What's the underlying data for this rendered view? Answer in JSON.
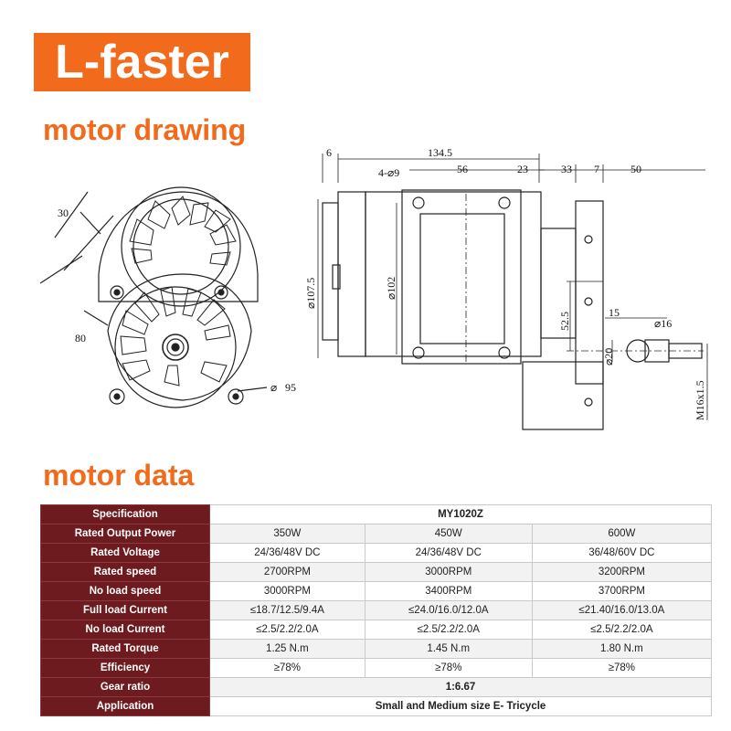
{
  "brand": {
    "name": "L-faster",
    "color": "#f26a1b"
  },
  "headings": {
    "drawing": "motor drawing",
    "data": "motor data"
  },
  "drawing_labels": {
    "left": {
      "d30": "30",
      "d80": "80",
      "d95": "95",
      "phi": "⌀"
    },
    "right": {
      "d6": "6",
      "d134_5": "134.5",
      "d4_9": "4-⌀9",
      "d56": "56",
      "d23": "23",
      "d33": "33",
      "d7": "7",
      "d50": "50",
      "d107_5": "⌀107.5",
      "d102": "⌀102",
      "d52_5": "52.5",
      "d15": "15",
      "d16": "⌀16",
      "d20": "⌀20",
      "m16": "M16x1.5"
    }
  },
  "table": {
    "label_color": "#6d1b1f",
    "rows": [
      {
        "label": "Specification",
        "merged": "MY1020Z"
      },
      {
        "label": "Rated Output Power",
        "values": [
          "350W",
          "450W",
          "600W"
        ]
      },
      {
        "label": "Rated Voltage",
        "values": [
          "24/36/48V DC",
          "24/36/48V DC",
          "36/48/60V DC"
        ]
      },
      {
        "label": "Rated speed",
        "values": [
          "2700RPM",
          "3000RPM",
          "3200RPM"
        ]
      },
      {
        "label": "No load speed",
        "values": [
          "3000RPM",
          "3400RPM",
          "3700RPM"
        ]
      },
      {
        "label": "Full load Current",
        "values": [
          "≤18.7/12.5/9.4A",
          "≤24.0/16.0/12.0A",
          "≤21.40/16.0/13.0A"
        ]
      },
      {
        "label": "No load Current",
        "values": [
          "≤2.5/2.2/2.0A",
          "≤2.5/2.2/2.0A",
          "≤2.5/2.2/2.0A"
        ]
      },
      {
        "label": "Rated Torque",
        "values": [
          "1.25 N.m",
          "1.45 N.m",
          "1.80 N.m"
        ]
      },
      {
        "label": "Efficiency",
        "values": [
          "≥78%",
          "≥78%",
          "≥78%"
        ]
      },
      {
        "label": "Gear ratio",
        "merged": "1:6.67"
      },
      {
        "label": "Application",
        "merged": "Small and Medium size E- Tricycle"
      }
    ]
  }
}
